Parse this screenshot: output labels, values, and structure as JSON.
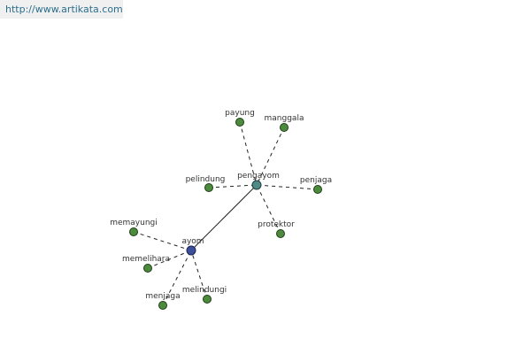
{
  "site": {
    "url": "http://www.artikata.com"
  },
  "colors": {
    "word_node": "#4c8a3c",
    "hub_pengayom": "#4f8a86",
    "hub_ayom": "#3c4f9a",
    "edge": "#222222"
  },
  "graph": {
    "hubs": [
      {
        "id": "pengayom",
        "label": "pengayom"
      },
      {
        "id": "ayom",
        "label": "ayom"
      }
    ],
    "words": [
      {
        "id": "payung",
        "label": "payung",
        "hub": "pengayom"
      },
      {
        "id": "manggala",
        "label": "manggala",
        "hub": "pengayom"
      },
      {
        "id": "pelindung",
        "label": "pelindung",
        "hub": "pengayom"
      },
      {
        "id": "penjaga",
        "label": "penjaga",
        "hub": "pengayom"
      },
      {
        "id": "protektor",
        "label": "protektor",
        "hub": "pengayom"
      },
      {
        "id": "memayungi",
        "label": "memayungi",
        "hub": "ayom"
      },
      {
        "id": "memelihara",
        "label": "memelihara",
        "hub": "ayom"
      },
      {
        "id": "menjaga",
        "label": "menjaga",
        "hub": "ayom"
      },
      {
        "id": "melindungi",
        "label": "melindungi",
        "hub": "ayom"
      }
    ],
    "links": [
      {
        "from": "ayom",
        "to": "pengayom",
        "style": "solid"
      }
    ]
  }
}
